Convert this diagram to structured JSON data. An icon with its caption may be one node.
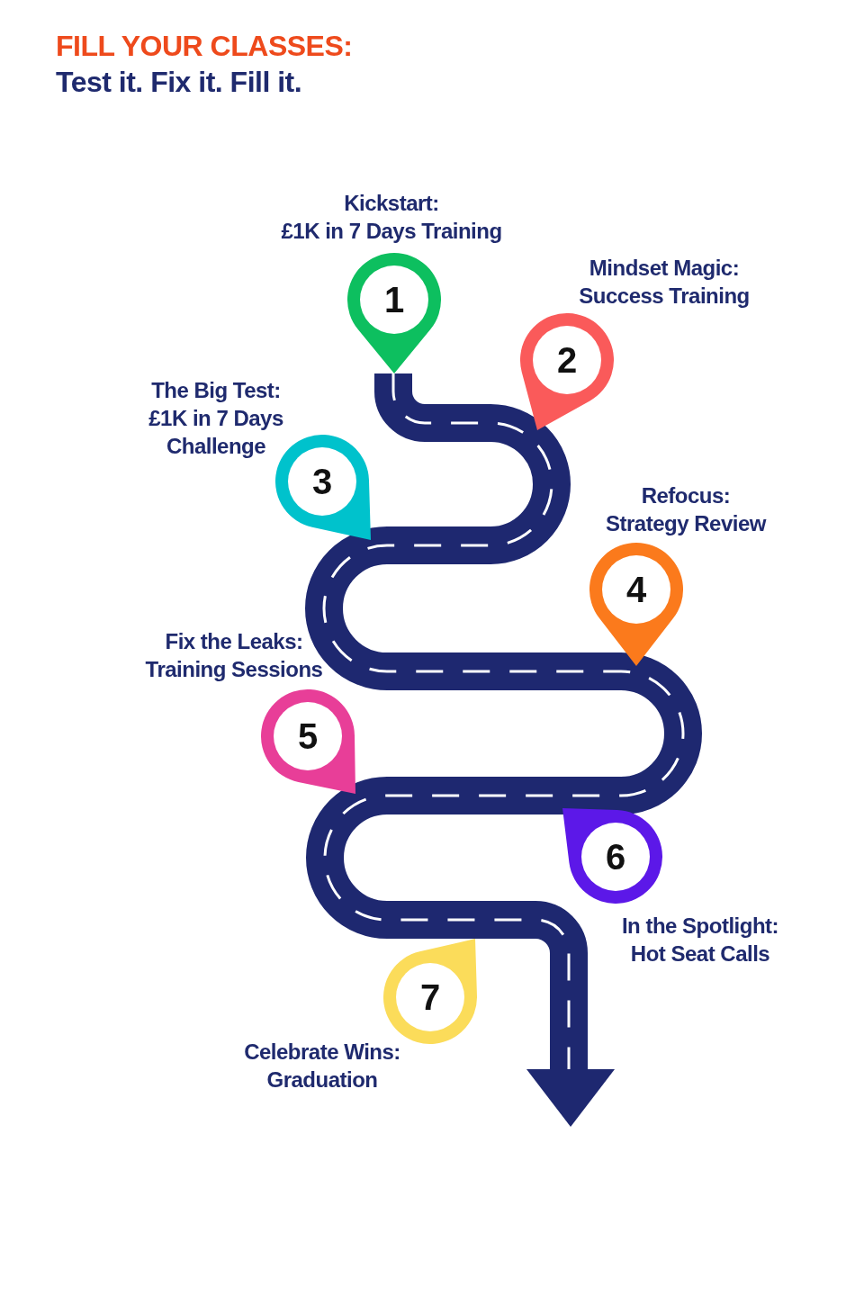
{
  "diagram": {
    "title": "FILL YOUR CLASSES:",
    "nodes": [
      {
        "text": [
          "1"
        ],
        "beside": [
          "Kickstart: £1K in 7 Days Training"
        ]
      },
      {
        "text": [
          "2"
        ],
        "beside": [
          "Mindset Magic: Success Training"
        ]
      },
      {
        "text": [
          "3"
        ],
        "beside": [
          "The Big Test: £1K in 7 Days Challenge"
        ]
      },
      {
        "text": [
          "4"
        ],
        "beside": [
          "Refocus: Strategy Review"
        ]
      },
      {
        "text": [
          "5"
        ],
        "beside": [
          "Fix the Leaks: Training Sessions"
        ]
      },
      {
        "text": [
          "6"
        ],
        "beside": [
          "In the Spotlight: Hot Seat Calls"
        ]
      },
      {
        "text": [
          "7"
        ],
        "beside": [
          "Celebrate Wins: Graduation"
        ]
      }
    ],
    "labels": [
      "Test it. Fix it. Fill it."
    ]
  }
}
